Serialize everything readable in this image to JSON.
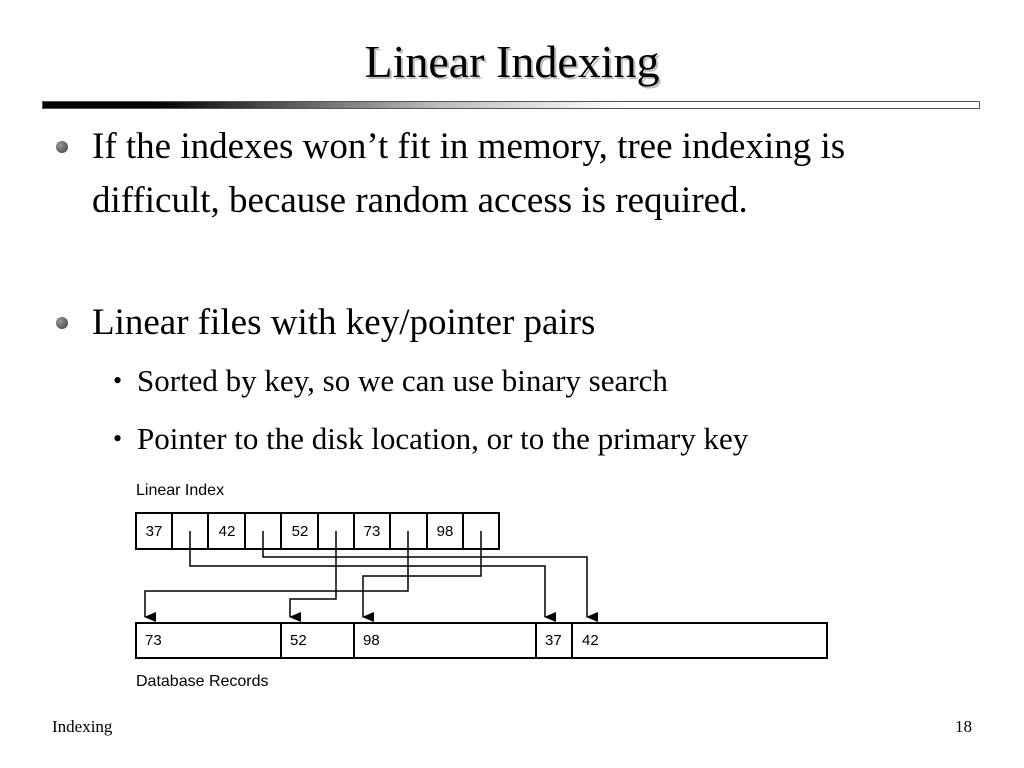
{
  "slide": {
    "title": "Linear Indexing",
    "bullets": [
      "If the indexes won’t fit in memory, tree indexing is difficult, because random access is required.",
      "Linear files with key/pointer pairs"
    ],
    "sub_bullets": [
      "Sorted by key, so we can use binary search",
      "Pointer to the disk location, or to the primary key"
    ],
    "sub_bullet_marker": "•",
    "footer_left": "Indexing",
    "page_number": "18"
  },
  "figure": {
    "index_label": "Linear Index",
    "index_keys": [
      "37",
      "42",
      "52",
      "73",
      "98"
    ],
    "records_label": "Database Records",
    "record_keys": [
      "73",
      "52",
      "98",
      "37",
      "42"
    ]
  }
}
